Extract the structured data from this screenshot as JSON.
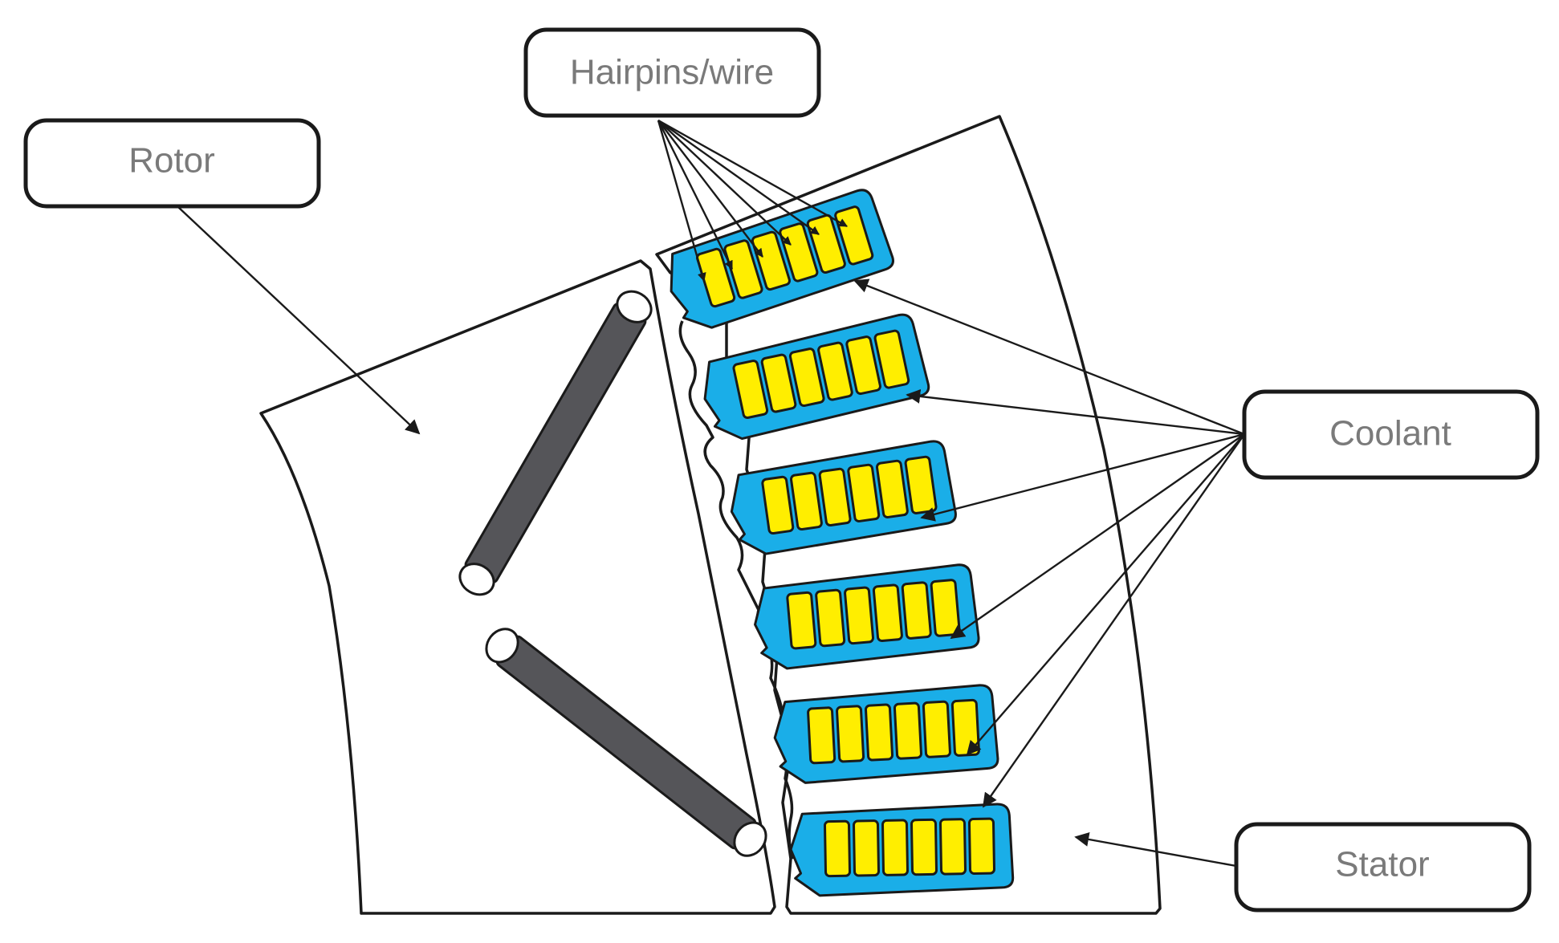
{
  "labels": {
    "hairpins": "Hairpins/wire",
    "rotor": "Rotor",
    "coolant": "Coolant",
    "stator": "Stator"
  },
  "colors": {
    "coolant": "#1aaee8",
    "hairpin": "#ffee00",
    "magnet": "#555559",
    "outline": "#1a1a1a",
    "label_text": "#7a7a7a"
  },
  "stator_slots": 6,
  "hairpins_per_slot": 6
}
